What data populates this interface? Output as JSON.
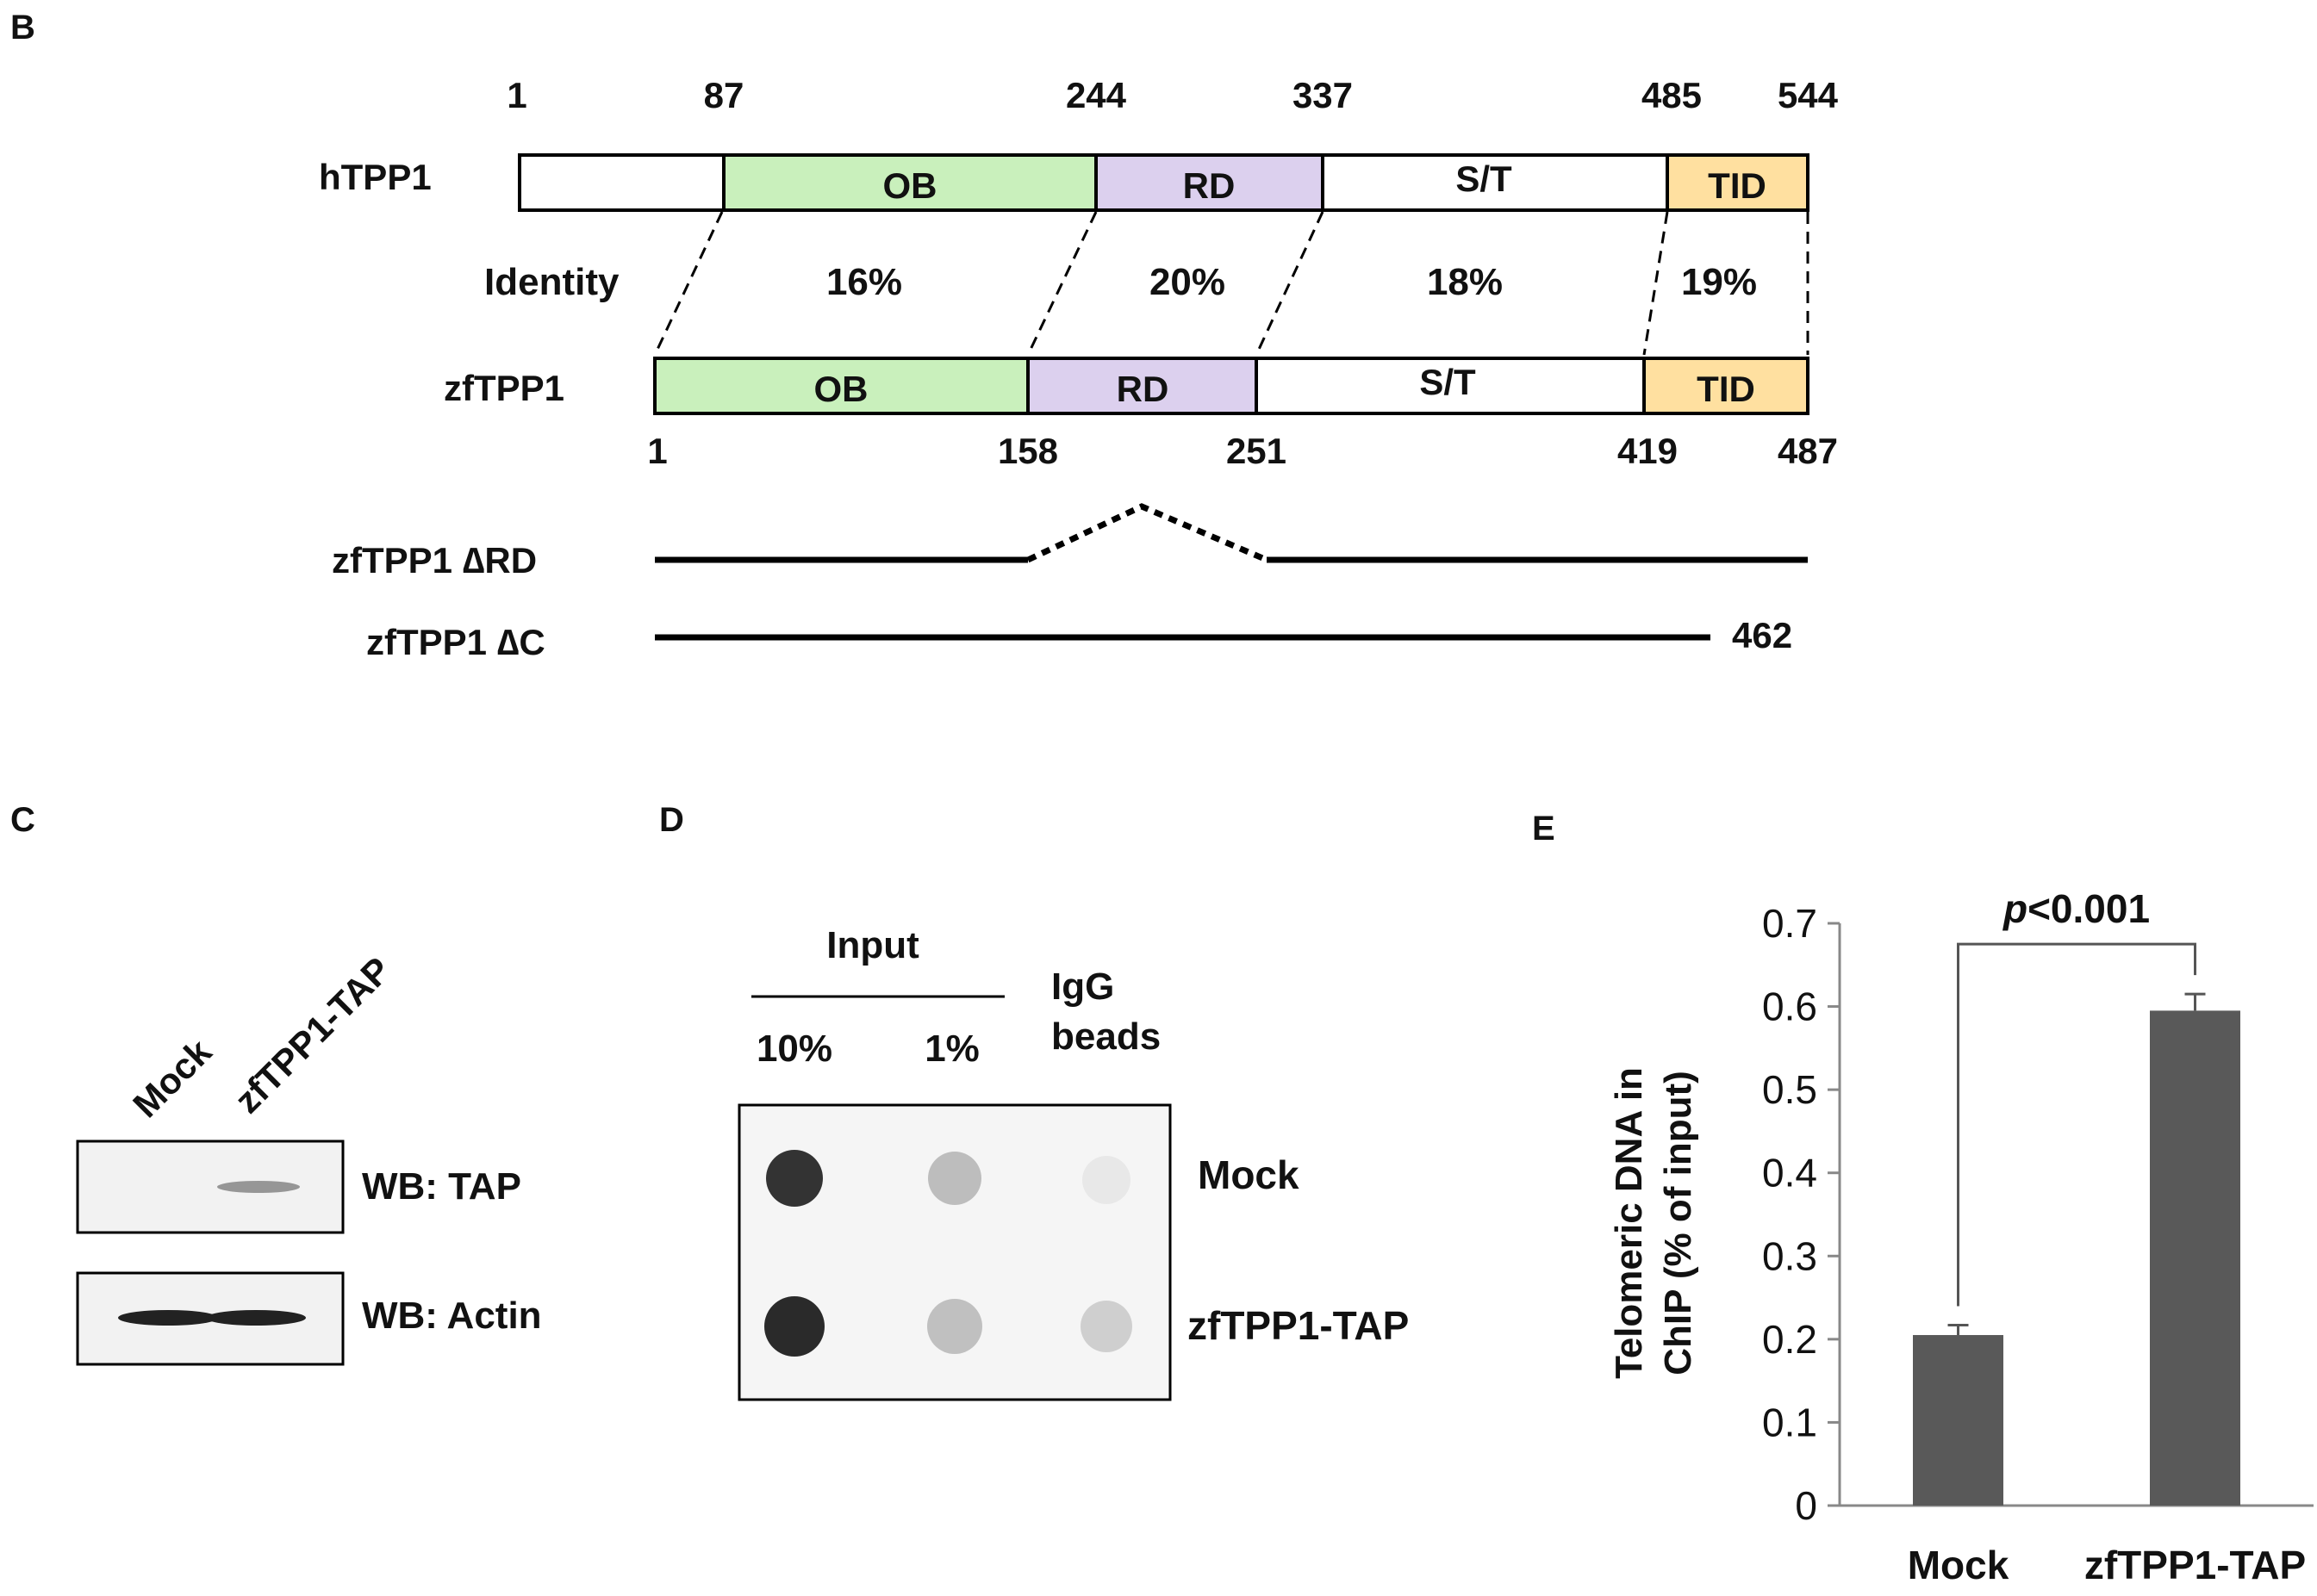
{
  "panel_labels": {
    "b": "B",
    "c": "C",
    "d": "D",
    "e": "E"
  },
  "domain_diagram": {
    "human": {
      "name": "hTPP1",
      "positions": [
        "1",
        "87",
        "244",
        "337",
        "485",
        "544"
      ],
      "domains": [
        "OB",
        "RD",
        "S/T",
        "TID"
      ]
    },
    "zebrafish": {
      "name": "zfTPP1",
      "positions": [
        "1",
        "158",
        "251",
        "419",
        "487"
      ],
      "domains": [
        "OB",
        "RD",
        "S/T",
        "TID"
      ]
    },
    "identity_label": "Identity",
    "identities": [
      "16%",
      "20%",
      "18%",
      "19%"
    ],
    "constructs": [
      {
        "name": "zfTPP1 ∆RD"
      },
      {
        "name": "zfTPP1 ∆C",
        "end_label": "462"
      }
    ],
    "colors": {
      "OB": "#c9f0bc",
      "RD": "#dcd0ee",
      "ST": "#ffffff",
      "TID": "#ffe0a0"
    }
  },
  "western_blot": {
    "lanes": [
      "Mock",
      "zfTPP1-TAP"
    ],
    "blots": [
      "WB: TAP",
      "WB: Actin"
    ]
  },
  "dot_blot": {
    "input_label": "Input",
    "columns": [
      "10%",
      "1%"
    ],
    "igg_label": [
      "IgG",
      "beads"
    ],
    "rows": [
      "Mock",
      "zfTPP1-TAP"
    ]
  },
  "chart_data": {
    "type": "bar",
    "categories": [
      "Mock",
      "zfTPP1-TAP"
    ],
    "values": [
      0.205,
      0.595
    ],
    "errors": [
      0.012,
      0.02
    ],
    "ylabel": [
      "Telomeric DNA in",
      "ChIP (% of input)"
    ],
    "ylim": [
      0,
      0.7
    ],
    "yticks": [
      "0",
      "0.1",
      "0.2",
      "0.3",
      "0.4",
      "0.5",
      "0.6",
      "0.7"
    ],
    "annotation": {
      "p": "p",
      "rest": "<0.001"
    },
    "bar_color": "#595959",
    "grid": false
  }
}
